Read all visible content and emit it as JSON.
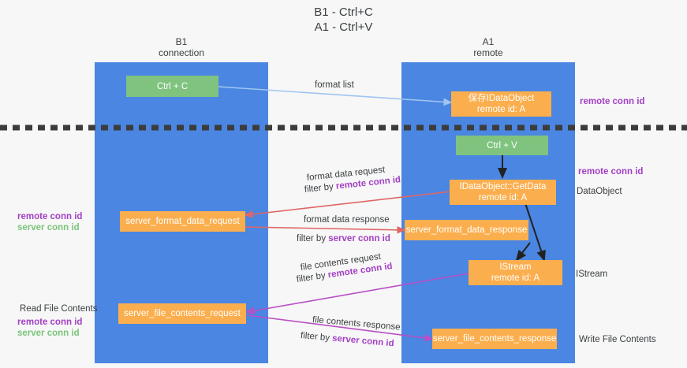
{
  "title": {
    "line1": "B1 - Ctrl+C",
    "line2": "A1 - Ctrl+V"
  },
  "columns": [
    {
      "name": "B1",
      "sub": "connection"
    },
    {
      "name": "A1",
      "sub": "remote"
    }
  ],
  "nodes": {
    "ctrl_c": "Ctrl + C",
    "save_dataobject_l1": "保存IDataObject",
    "save_dataobject_l2": "remote id: A",
    "ctrl_v": "Ctrl + V",
    "getdata_l1": "IDataObject::GetData",
    "getdata_l2": "remote id: A",
    "server_format_data_request": "server_format_data_request",
    "server_format_data_response": "server_format_data_response",
    "istream_l1": "IStream",
    "istream_l2": "remote id: A",
    "server_file_contents_request": "server_file_contents_request",
    "server_file_contents_response": "server_file_contents_response"
  },
  "arrow_labels": {
    "format_list": "format list",
    "format_data_request": "format data request",
    "format_data_request_filter_prefix": "filter by ",
    "format_data_request_filter_key": "remote conn id",
    "format_data_response": "format data response",
    "format_data_response_filter_prefix": "filter by ",
    "format_data_response_filter_key": "server conn id",
    "file_contents_request": "file contents request",
    "file_contents_request_filter_prefix": "filter by ",
    "file_contents_request_filter_key": "remote conn id",
    "file_contents_response": "file contents response",
    "file_contents_response_filter_prefix": "filter by ",
    "file_contents_response_filter_key": "server conn id"
  },
  "right_labels": {
    "remote_conn_id_top": "remote conn id",
    "remote_conn_id_mid": "remote conn id",
    "dataobject": "DataObject",
    "istream": "IStream",
    "write_file_contents": "Write File Contents"
  },
  "left_labels": {
    "remote_conn_id_mid": "remote conn id",
    "server_conn_id_mid": "server conn id",
    "read_file_contents": "Read File Contents",
    "remote_conn_id_bottom": "remote conn id",
    "server_conn_id_bottom": "server conn id"
  },
  "colors": {
    "lane": "#4a86e2",
    "green_node": "#7fc37f",
    "orange_node": "#fbae4d",
    "purple": "#a33fc4",
    "green_text": "#7ac47a",
    "red_arrow": "#e06666",
    "magenta_arrow": "#b94fc4",
    "blue_arrow": "#9fc5f0",
    "divider": "#3c3c3c",
    "background": "#f7f7f7"
  }
}
